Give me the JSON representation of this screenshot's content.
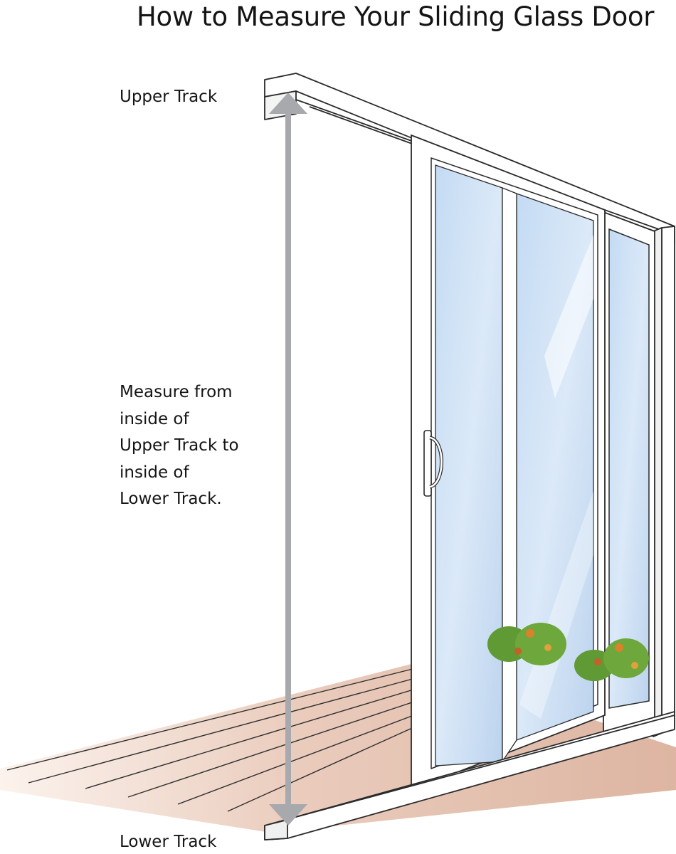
{
  "title": "How to Measure Your Sliding Glass Door",
  "labels": {
    "upper_track": "Upper Track",
    "lower_track": "Lower Track"
  },
  "instruction": {
    "lines": [
      "Measure from",
      "inside of",
      "Upper Track to",
      "inside of",
      "Lower Track."
    ]
  },
  "colors": {
    "arrow": "#a7a9ac",
    "glass": "#cfe2f6",
    "glass_dark": "#b3cdec",
    "deck": "#d7a891",
    "deck_light": "#f3dfd3",
    "frame": "#ffffff",
    "outline": "#2a2a2a",
    "shrub_green": "#5f9a34",
    "shrub_orange": "#d9822b"
  },
  "icons": [
    "measurement-arrow",
    "door-handle-icon"
  ]
}
